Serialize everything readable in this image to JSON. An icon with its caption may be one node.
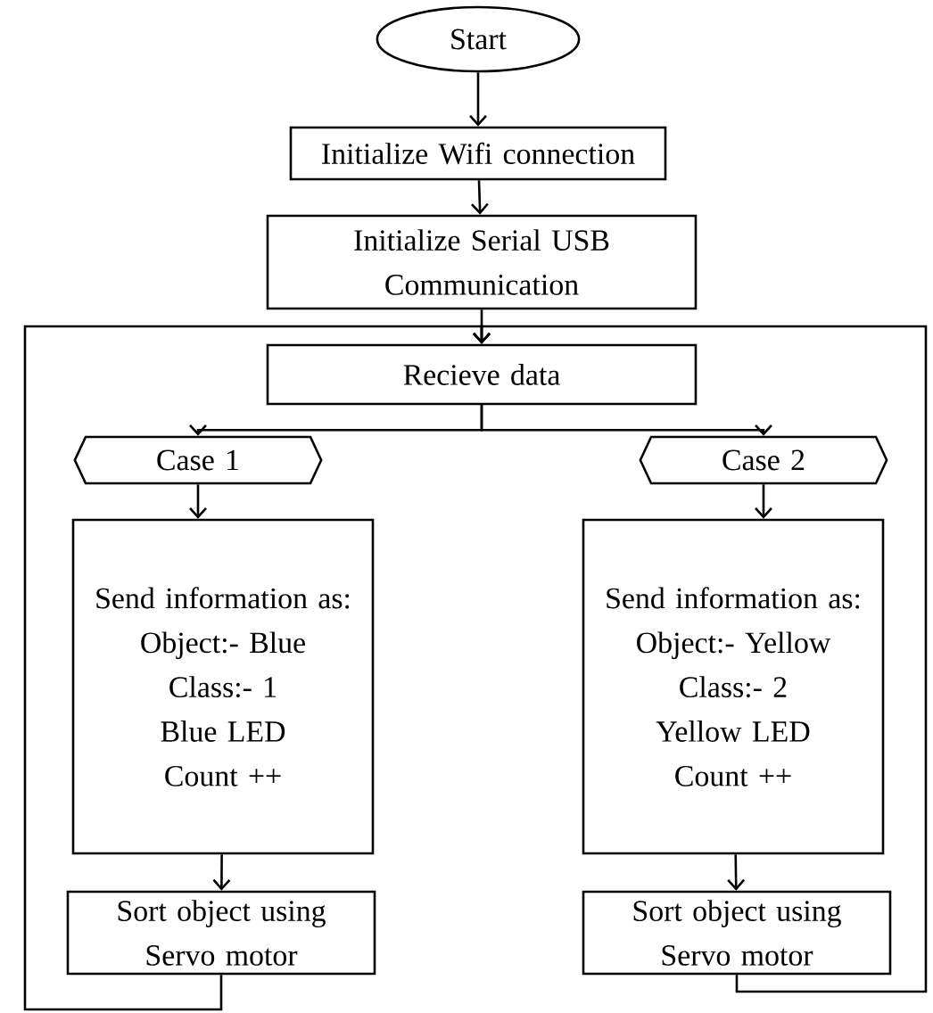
{
  "diagram": {
    "nodes": [
      {
        "text": [
          "Start"
        ]
      },
      {
        "text": [
          "Initialize Wifi connection"
        ]
      },
      {
        "text": [
          "Initialize Serial USB Communication"
        ]
      },
      {
        "text": [
          "Recieve data"
        ]
      },
      {
        "text": [
          "Case 1"
        ]
      },
      {
        "text": [
          "Case 2"
        ]
      },
      {
        "text": [
          "Send information as:",
          "Object:- Blue",
          "Class:- 1",
          "Blue LED",
          "Count ++"
        ]
      },
      {
        "text": [
          "Send information as:",
          "Object:- Yellow",
          "Class:- 2",
          "Yellow LED",
          "Count ++"
        ]
      },
      {
        "text": [
          "Sort object using Servo motor"
        ]
      },
      {
        "text": [
          "Sort object using Servo motor"
        ]
      }
    ],
    "edges": [
      {
        "from": 0,
        "to": 1,
        "arrow": "to"
      },
      {
        "from": 1,
        "to": 2,
        "arrow": "to"
      },
      {
        "from": 2,
        "to": 3,
        "arrow": "to"
      },
      {
        "from": 3,
        "to": 4,
        "arrow": "to"
      },
      {
        "from": 3,
        "to": 5,
        "arrow": "to"
      },
      {
        "from": 4,
        "to": 6,
        "arrow": "to"
      },
      {
        "from": 5,
        "to": 7,
        "arrow": "to"
      },
      {
        "from": 6,
        "to": 8,
        "arrow": "to"
      },
      {
        "from": 7,
        "to": 9,
        "arrow": "to"
      },
      {
        "from": 8,
        "to": 3,
        "arrow": "to"
      },
      {
        "from": 9,
        "to": 3,
        "arrow": "to"
      }
    ]
  }
}
